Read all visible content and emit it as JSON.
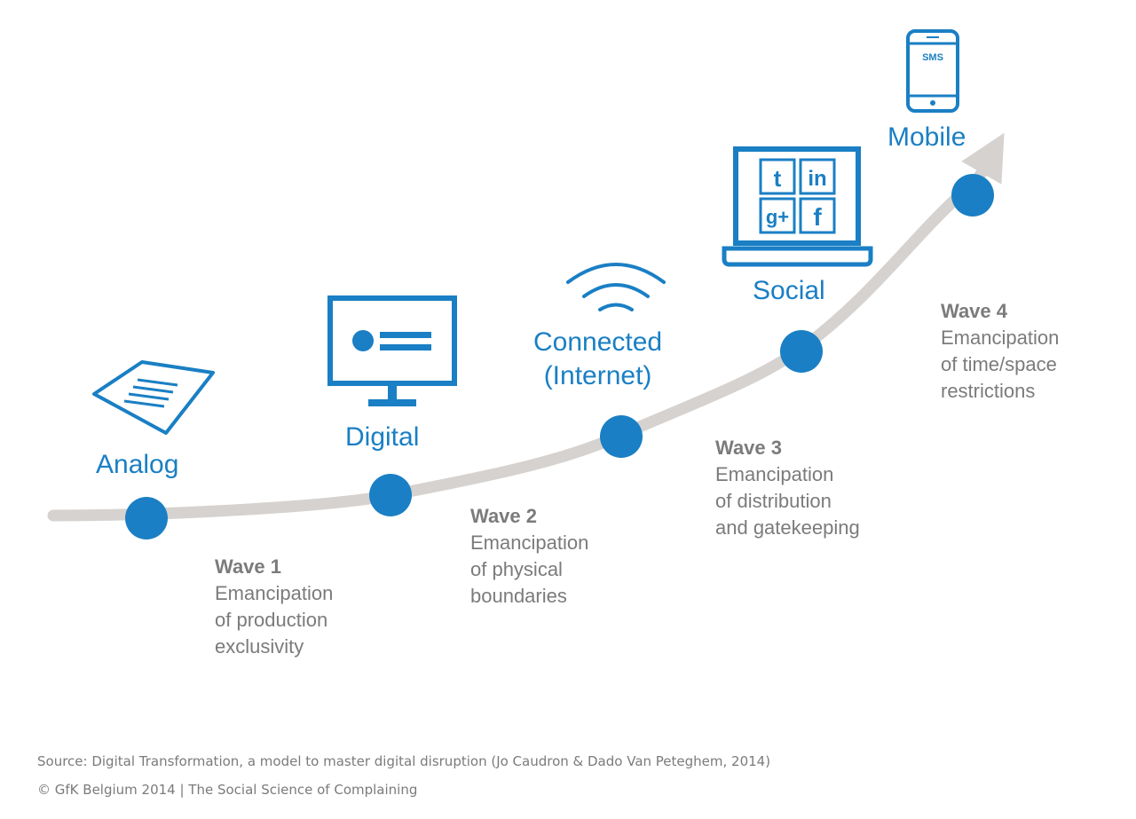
{
  "colors": {
    "accent": "#1a7fc4",
    "curve": "#d6d2cf",
    "text_gray": "#7b7b7b"
  },
  "stages": [
    {
      "label": "Analog",
      "icon": "document-icon"
    },
    {
      "label": "Digital",
      "icon": "monitor-icon"
    },
    {
      "label": "Connected\n(Internet)",
      "icon": "wifi-icon"
    },
    {
      "label": "Social",
      "icon": "laptop-social-icon"
    },
    {
      "label": "Mobile",
      "icon": "smartphone-icon"
    }
  ],
  "waves": [
    {
      "title": "Wave 1",
      "description": "Emancipation\nof production\nexclusivity"
    },
    {
      "title": "Wave 2",
      "description": "Emancipation\nof physical\nboundaries"
    },
    {
      "title": "Wave 3",
      "description": "Emancipation\nof distribution\nand gatekeeping"
    },
    {
      "title": "Wave 4",
      "description": "Emancipation\nof time/space\nrestrictions"
    }
  ],
  "icons": {
    "phone_text": "SMS",
    "social_tiles": [
      "t",
      "in",
      "g+",
      "f"
    ]
  },
  "footer": {
    "source": "Source: Digital Transformation, a model to master digital disruption (Jo Caudron & Dado Van Peteghem, 2014)",
    "copyright": "© GfK Belgium 2014 | The Social Science of Complaining"
  }
}
